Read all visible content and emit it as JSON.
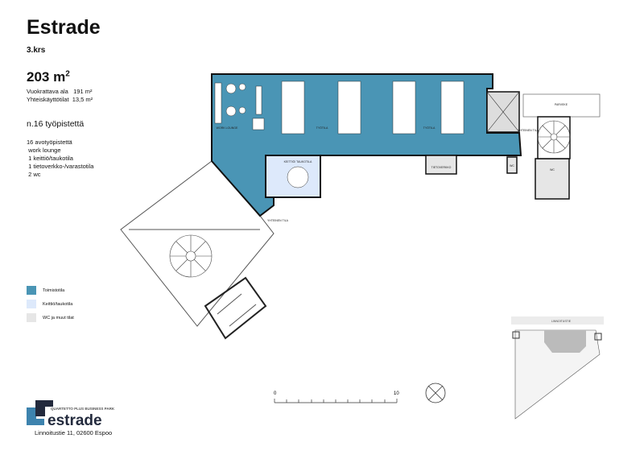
{
  "header": {
    "title": "Estrade",
    "floor": "3.krs",
    "area_value": "203 m",
    "area_sup": "2",
    "rentable_label": "Vuokrattava ala",
    "rentable_value": "191 m²",
    "shared_label": "Yhteiskäyttötilat",
    "shared_value": "13,5 m²",
    "workstations": "n.16 työpistettä"
  },
  "features": [
    "16 avotyöpistettä",
    " work lounge",
    " 1 keittiö/taukotila",
    " 1 tietoverkko-/varastotila",
    " 2 wc"
  ],
  "legend": [
    {
      "label": "Toimistotila",
      "color": "#4a95b5"
    },
    {
      "label": "Keittiö/taukotila",
      "color": "#dde9fb"
    },
    {
      "label": "WC ja muut tilat",
      "color": "#e6e6e6"
    }
  ],
  "plan_labels": {
    "work_lounge": "WORK LOUNGE",
    "tyotila1": "TYÖTILA",
    "tyotila2": "TYÖTILA",
    "keittio": "KEITTIÖ/ TAUKOTILA",
    "tietoverkko": "TIETOVERKKO",
    "parveke": "PARVEKE",
    "yhteinen1": "YHTEINEN TILA",
    "yhteinen2": "YHTEINEN TILA",
    "wc1": "WC",
    "wc2": "WC"
  },
  "scale": {
    "start": "0",
    "end": "10"
  },
  "keyplan": {
    "street": "LINNOITUSTIE"
  },
  "logo": {
    "tagline": "QUARTETTO PLUS BUSINESS PARK",
    "name": "estrade"
  },
  "address": "Linnoitustie 11, 02600 Espoo"
}
